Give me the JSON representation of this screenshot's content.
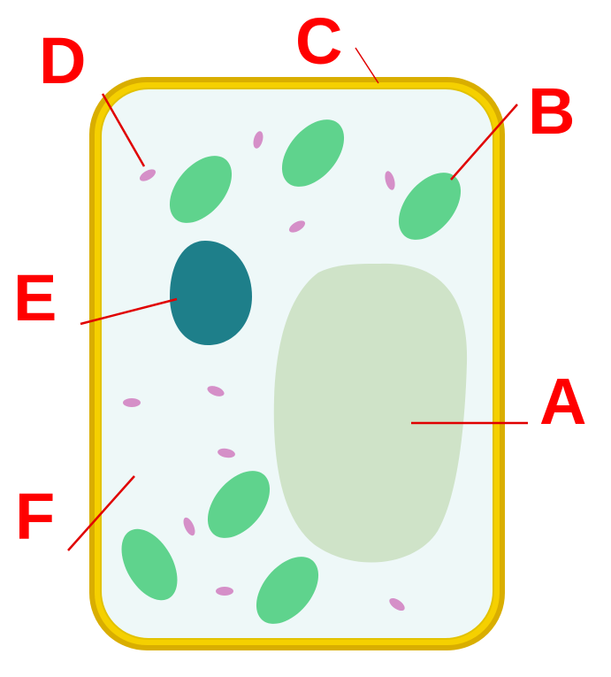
{
  "labels": {
    "a": "A",
    "b": "B",
    "c": "C",
    "d": "D",
    "e": "E",
    "f": "F"
  },
  "colors": {
    "label": "#ff0000",
    "leader_line": "#e00000",
    "cell_wall_outer": "#d9ae00",
    "cell_wall_inner": "#f5d000",
    "cytoplasm": "#eef8f8",
    "chloroplast": "#5fd38d",
    "vacuole": "#cfe3c8",
    "nucleus": "#1e7f8a",
    "mitochondrion": "#d58fc8"
  }
}
